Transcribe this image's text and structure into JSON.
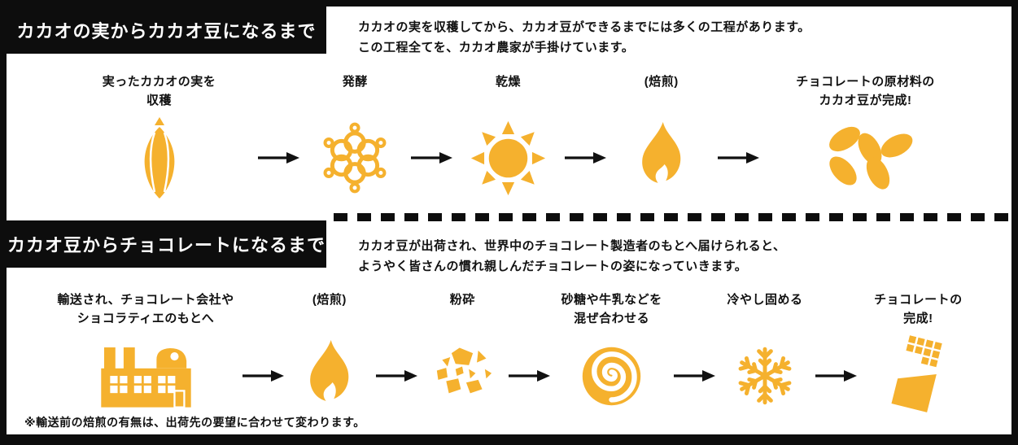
{
  "colors": {
    "accent": "#F5B12E",
    "ink": "#0d0d0d"
  },
  "section1": {
    "title": "カカオの実からカカオ豆になるまで",
    "description": "カカオの実を収穫してから、カカオ豆ができるまでには多くの工程があります。\nこの工程全てを、カカオ農家が手掛けています。",
    "steps": [
      {
        "label": "実ったカカオの実を\n収穫",
        "icon": "cacao-pod-icon"
      },
      {
        "label": "発酵",
        "icon": "fermentation-icon"
      },
      {
        "label": "乾燥",
        "icon": "sun-icon"
      },
      {
        "label": "(焙煎)",
        "icon": "flame-icon"
      },
      {
        "label": "チョコレートの原材料の\nカカオ豆が完成!",
        "icon": "cacao-beans-icon"
      }
    ]
  },
  "section2": {
    "title": "カカオ豆からチョコレートになるまで",
    "description": "カカオ豆が出荷され、世界中のチョコレート製造者のもとへ届けられると、\nようやく皆さんの慣れ親しんだチョコレートの姿になっていきます。",
    "steps": [
      {
        "label": "輸送され、チョコレート会社や\nショコラティエのもとへ",
        "icon": "factory-icon"
      },
      {
        "label": "(焙煎)",
        "icon": "flame-icon"
      },
      {
        "label": "粉砕",
        "icon": "crushed-nibs-icon"
      },
      {
        "label": "砂糖や牛乳などを\n混ぜ合わせる",
        "icon": "mixing-swirl-icon"
      },
      {
        "label": "冷やし固める",
        "icon": "snowflake-icon"
      },
      {
        "label": "チョコレートの\n完成!",
        "icon": "chocolate-bar-icon"
      }
    ]
  },
  "footnote": "※輸送前の焙煎の有無は、出荷先の要望に合わせて変わります。"
}
